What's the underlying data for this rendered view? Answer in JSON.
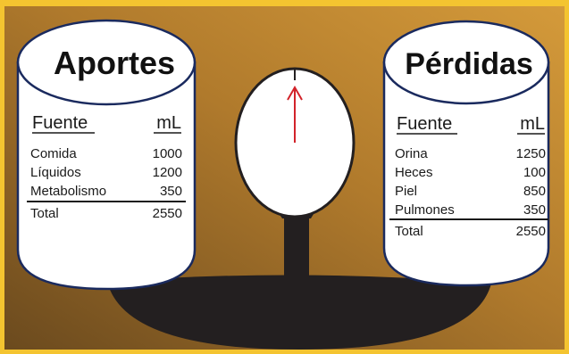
{
  "colors": {
    "frame": "#f4c430",
    "background_dark": "#6b4a1e",
    "background_light": "#d49a3a",
    "container": "#ffffff",
    "outline": "#1a2a5e",
    "stand": "#231f20",
    "needle": "#d2232a"
  },
  "intake": {
    "title": "Aportes",
    "col_source": "Fuente",
    "col_ml": "mL",
    "rows": [
      {
        "source": "Comida",
        "ml": "1000"
      },
      {
        "source": "Líquidos",
        "ml": "1200"
      },
      {
        "source": "Metabolismo",
        "ml": "350"
      }
    ],
    "total_label": "Total",
    "total_value": "2550"
  },
  "losses": {
    "title": "Pérdidas",
    "col_source": "Fuente",
    "col_ml": "mL",
    "rows": [
      {
        "source": "Orina",
        "ml": "1250"
      },
      {
        "source": "Heces",
        "ml": "100"
      },
      {
        "source": "Piel",
        "ml": "850"
      },
      {
        "source": "Pulmones",
        "ml": "350"
      }
    ],
    "total_label": "Total",
    "total_value": "2550"
  },
  "gauge": {
    "needle_icon": "up-arrow-icon"
  }
}
